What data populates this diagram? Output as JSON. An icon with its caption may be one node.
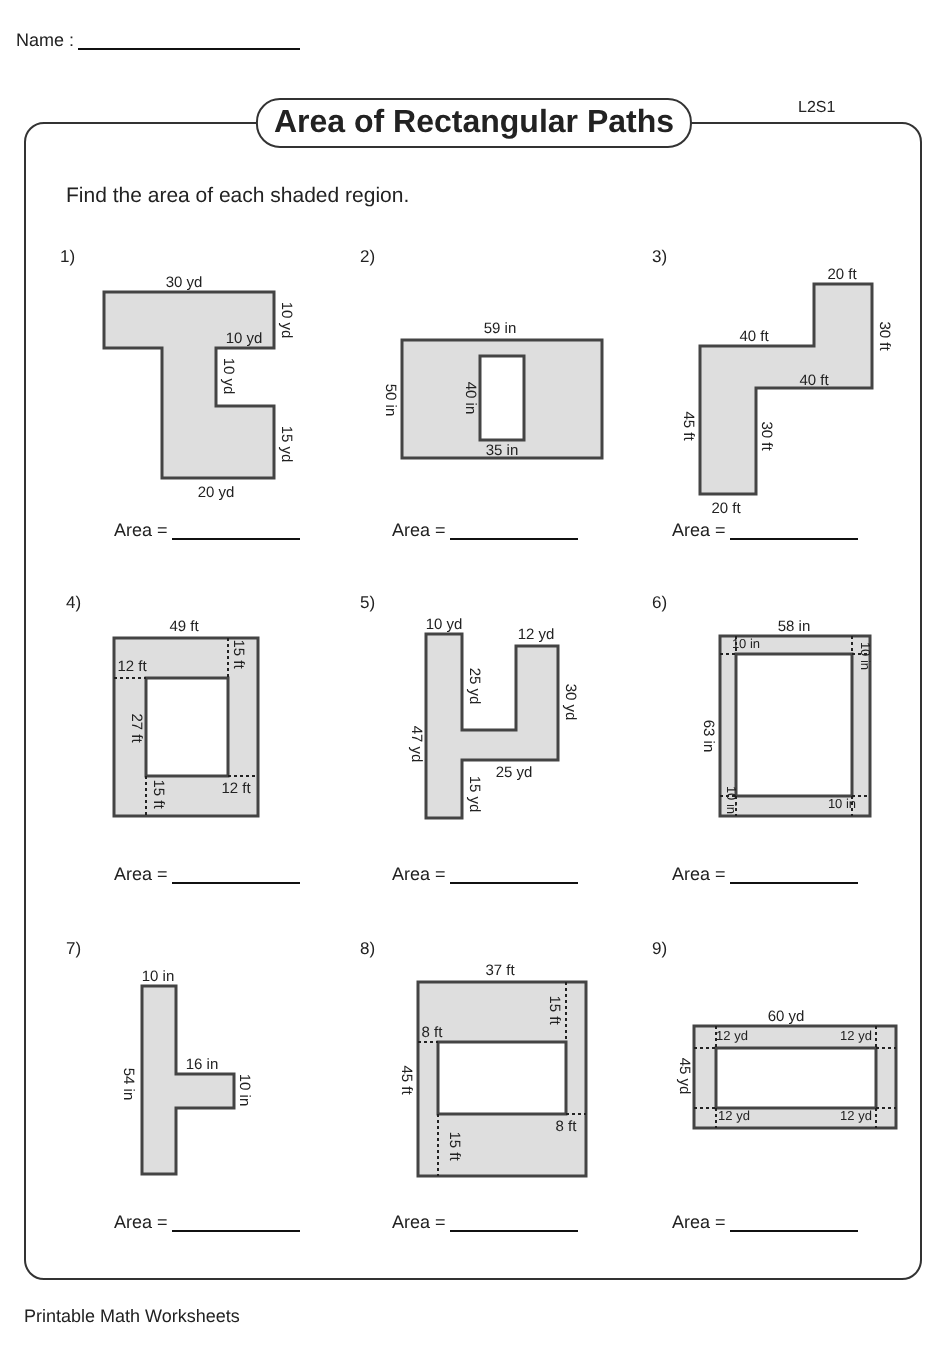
{
  "diagram": {
    "title": "Area of Rectangular Paths",
    "labels": [
      "Name :",
      "L2S1",
      "Find the area of each shaded region.",
      "1)",
      "30 yd",
      "10 yd",
      "10 yd",
      "10 yd",
      "15 yd",
      "20 yd",
      "Area =",
      "2)",
      "59 in",
      "50 in",
      "40 in",
      "35 in",
      "Area =",
      "3)",
      "20 ft",
      "40 ft",
      "30 ft",
      "40 ft",
      "45 ft",
      "30 ft",
      "20 ft",
      "Area =",
      "4)",
      "49 ft",
      "12 ft",
      "15 ft",
      "27 ft",
      "12 ft",
      "15 ft",
      "Area =",
      "5)",
      "10 yd",
      "12 yd",
      "25 yd",
      "30 yd",
      "47 yd",
      "25 yd",
      "15 yd",
      "Area =",
      "6)",
      "58 in",
      "10 in",
      "10 in",
      "63 in",
      "10 in",
      "10 in",
      "Area =",
      "7)",
      "10 in",
      "54 in",
      "16 in",
      "10 in",
      "Area =",
      "8)",
      "37 ft",
      "15 ft",
      "8 ft",
      "45 ft",
      "8 ft",
      "15 ft",
      "Area =",
      "9)",
      "60 yd",
      "12 yd",
      "12 yd",
      "45 yd",
      "12 yd",
      "12 yd",
      "Area =",
      "Printable Math Worksheets"
    ]
  }
}
